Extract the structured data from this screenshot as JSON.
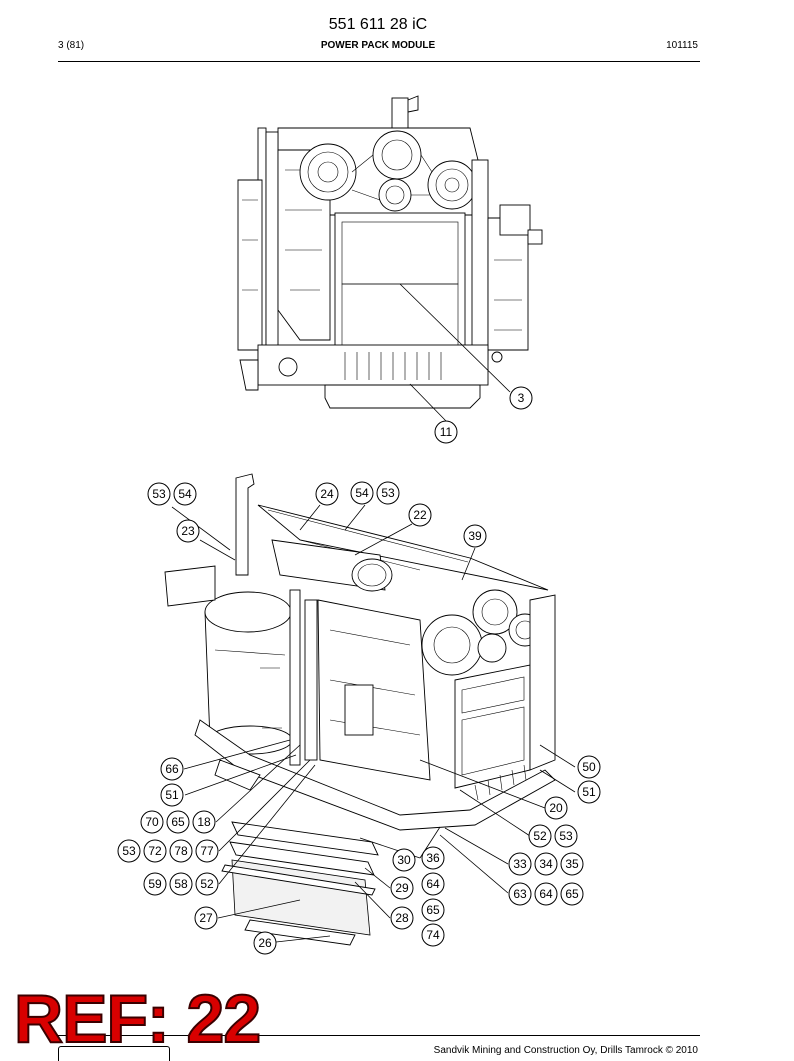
{
  "header": {
    "doc_number": "551 611 28 iC",
    "page": "3 (81)",
    "title": "POWER PACK MODULE",
    "date_code": "101115"
  },
  "footer": {
    "copyright": "Sandvik Mining and Construction Oy, Drills Tamrock © 2010"
  },
  "stamp": "REF: 22",
  "top_view_callouts": [
    "3",
    "11"
  ],
  "iso_view_callouts": [
    "53",
    "54",
    "24",
    "54",
    "53",
    "22",
    "23",
    "39",
    "66",
    "51",
    "50",
    "51",
    "20",
    "70",
    "65",
    "18",
    "52",
    "53",
    "53",
    "72",
    "78",
    "77",
    "30",
    "36",
    "33",
    "34",
    "35",
    "59",
    "58",
    "52",
    "29",
    "64",
    "63",
    "64",
    "65",
    "27",
    "28",
    "65",
    "74",
    "26"
  ]
}
